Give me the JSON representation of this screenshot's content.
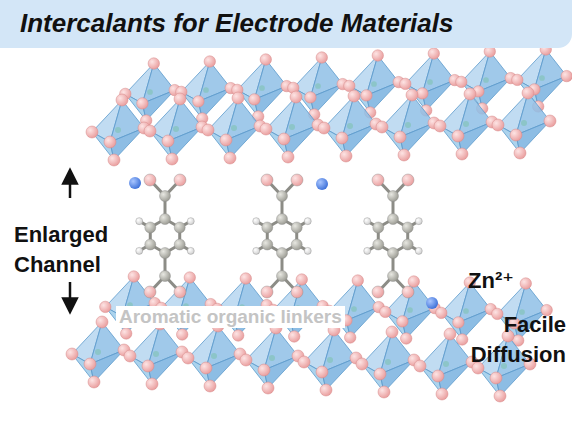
{
  "diagram": {
    "title": "Intercalants for Electrode Materials",
    "labels": [
      "Enlarged Channel",
      "Aromatic organic linkers",
      "Zn²⁺",
      "Facile Diffusion"
    ]
  }
}
